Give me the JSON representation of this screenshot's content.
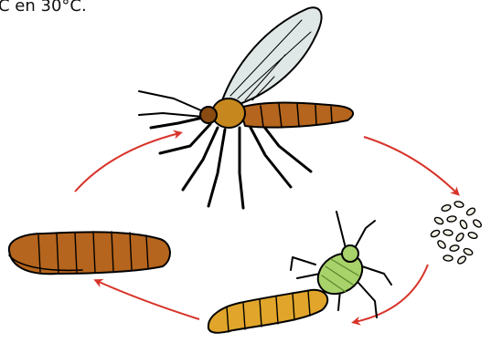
{
  "caption": "C en 30°C.",
  "stages": [
    {
      "id": "adult-midge",
      "name": "adult-midge-illustration"
    },
    {
      "id": "eggs",
      "name": "eggs-illustration"
    },
    {
      "id": "larva-feeding",
      "name": "larva-feeding-on-aphid-illustration"
    },
    {
      "id": "pupa",
      "name": "pupa-illustration"
    }
  ],
  "colors": {
    "arrow": "#d8342a",
    "outline": "#000000",
    "body_orange": "#c6871e",
    "body_brown": "#b5651d",
    "larva_yellow": "#e0a52a",
    "aphid_green": "#a8d26a",
    "wing": "#dfe8e6"
  }
}
